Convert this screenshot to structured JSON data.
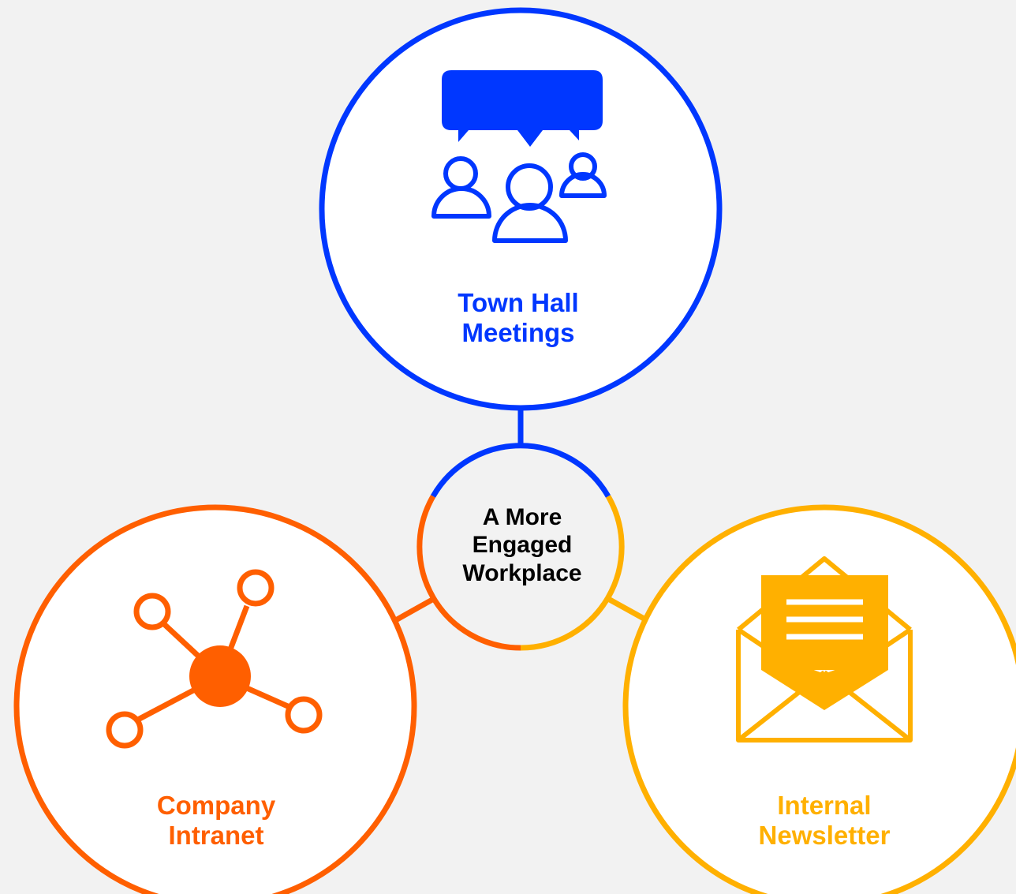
{
  "colors": {
    "background": "#f2f2f2",
    "blue": "#0037ff",
    "orange": "#ff5f00",
    "yellow": "#ffb000",
    "text_dark": "#000000"
  },
  "center": {
    "lines": [
      "A More",
      "Engaged",
      "Workplace"
    ]
  },
  "nodes": {
    "town_hall": {
      "icon": "meeting-people-icon",
      "lines": [
        "Town Hall",
        "Meetings"
      ],
      "color": "#0037ff"
    },
    "intranet": {
      "icon": "network-icon",
      "lines": [
        "Company",
        "Intranet"
      ],
      "color": "#ff5f00"
    },
    "newsletter": {
      "icon": "envelope-letter-icon",
      "lines": [
        "Internal",
        "Newsletter"
      ],
      "color": "#ffb000"
    }
  }
}
